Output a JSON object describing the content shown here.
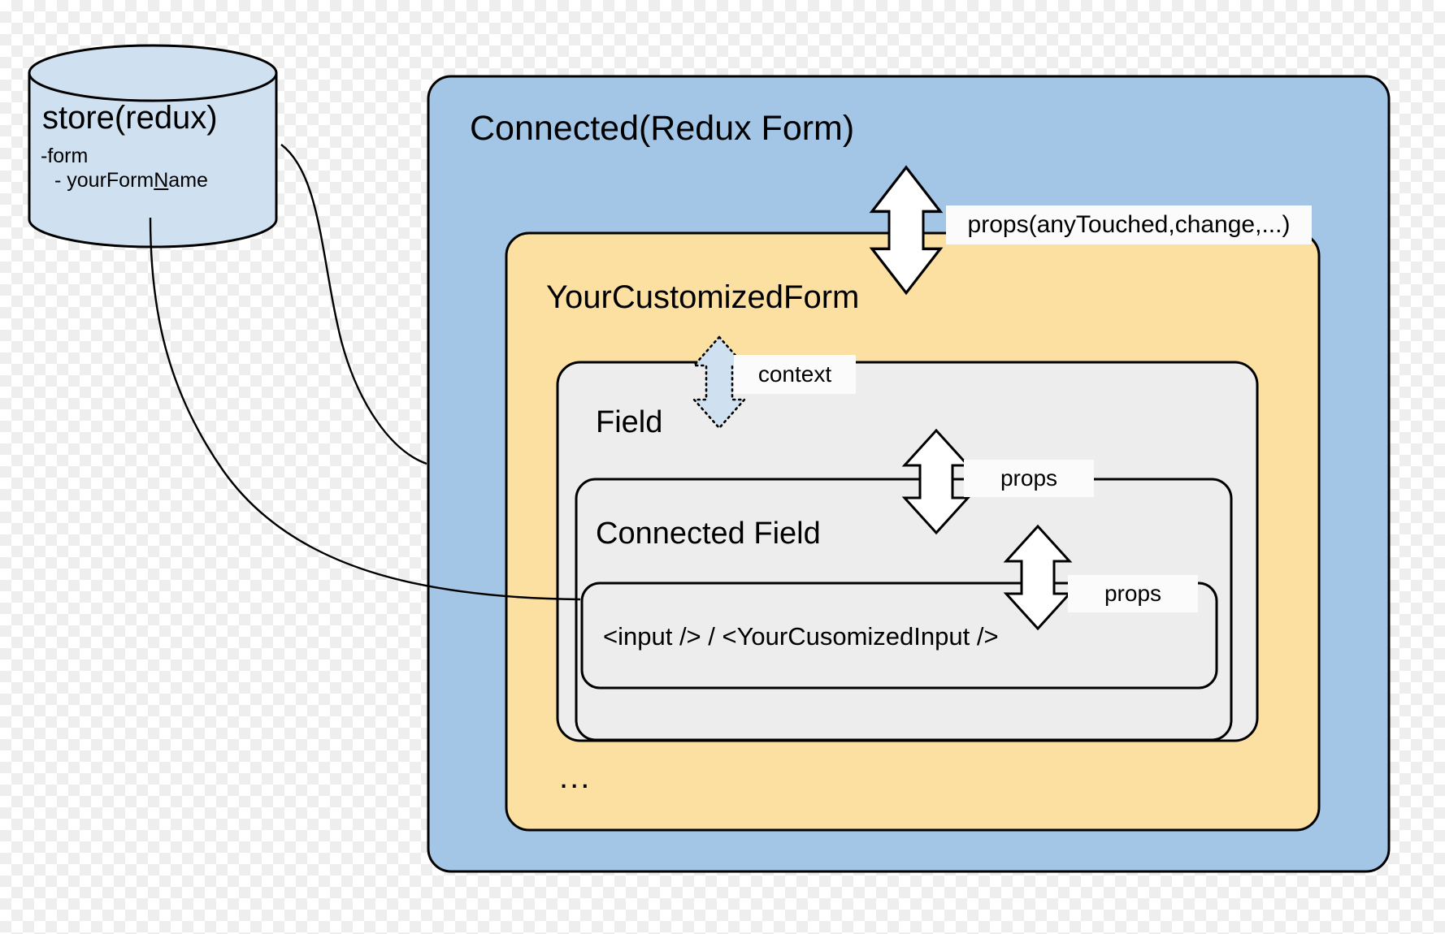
{
  "diagram": {
    "title": "Redux Form component architecture",
    "colors": {
      "store_fill": "#CFE0F0",
      "outer_fill": "#A3C6E7",
      "form_fill": "#FCE0A2",
      "field_fill": "#EDEDED",
      "label_fill": "#FBFBFB",
      "context_arrow_fill": "#CFE0F0",
      "stroke": "#000000"
    },
    "store": {
      "name": "store-cylinder",
      "title": "store(redux)",
      "line1": "-form",
      "line2_prefix": "- yourForm",
      "line2_underlined": "N",
      "line2_suffix": "ame"
    },
    "connected_form": {
      "title": "Connected(Redux Form)"
    },
    "customized_form": {
      "title": "YourCustomizedForm",
      "ellipsis": "..."
    },
    "field": {
      "title": "Field"
    },
    "connected_field": {
      "title": "Connected Field"
    },
    "input": {
      "title": "<input /> / <YourCusomizedInput />"
    },
    "arrows": [
      {
        "name": "props-any-touched-arrow",
        "label": "props(anyTouched,change,...)",
        "style": "double-headed-vertical-white",
        "connects": "Connected(Redux Form) <-> YourCustomizedForm"
      },
      {
        "name": "context-arrow",
        "label": "context",
        "style": "double-headed-vertical-dotted-blue",
        "connects": "YourCustomizedForm <-> Field"
      },
      {
        "name": "props-field-arrow",
        "label": "props",
        "style": "double-headed-vertical-white",
        "connects": "Field <-> Connected Field"
      },
      {
        "name": "props-input-arrow",
        "label": "props",
        "style": "double-headed-vertical-white",
        "connects": "Connected Field <-> input"
      }
    ],
    "connectors": [
      {
        "name": "store-to-connected-form-connector",
        "from": "store(redux)",
        "to": "Connected(Redux Form)"
      },
      {
        "name": "store-to-input-connector",
        "from": "store(redux)",
        "to": "<input /> / <YourCusomizedInput />"
      }
    ]
  }
}
